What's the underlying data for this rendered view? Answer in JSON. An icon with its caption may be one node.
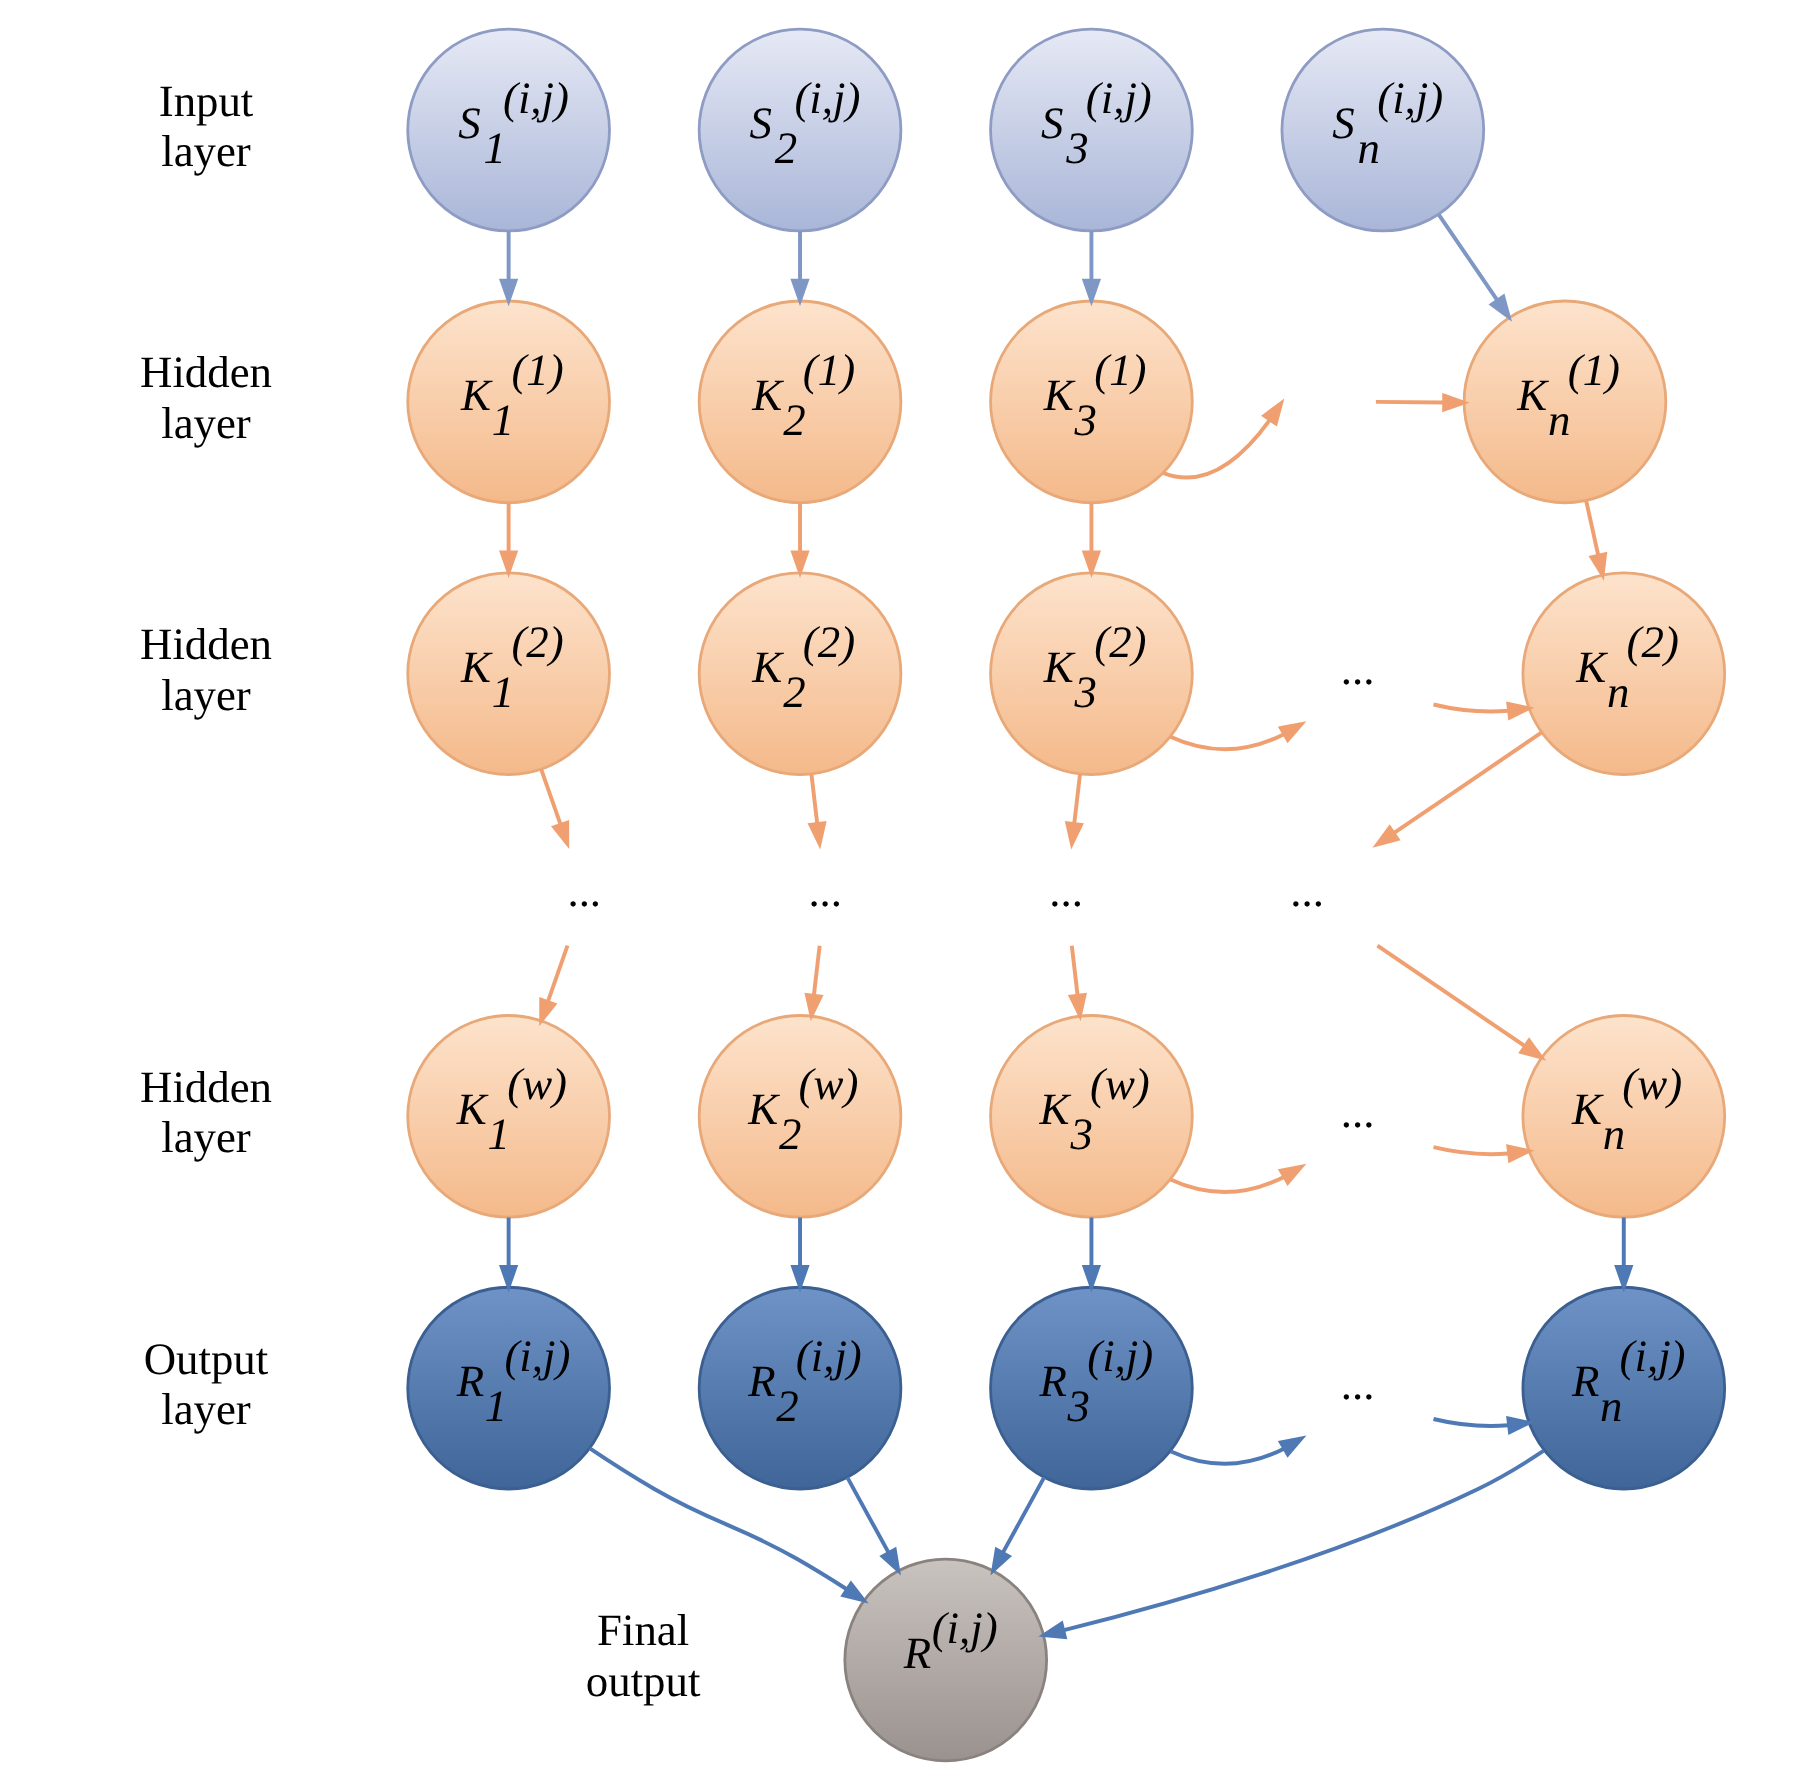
{
  "diagram": {
    "nodes": [
      {
        "text": [
          "S$_{1}$$^{(i,j)}$"
        ]
      },
      {
        "text": [
          "S$_{2}$$^{(i,j)}$"
        ]
      },
      {
        "text": [
          "S$_{3}$$^{(i,j)}$"
        ]
      },
      {
        "text": [
          "S$_{n}$$^{(i,j)}$"
        ]
      },
      {
        "text": [
          "K$_{1}$$^{(1)}$"
        ]
      },
      {
        "text": [
          "K$_{2}$$^{(1)}$"
        ]
      },
      {
        "text": [
          "K$_{3}$$^{(1)}$"
        ]
      },
      {
        "text": [
          "K$_{n}$$^{(1)}$"
        ]
      },
      {
        "text": [
          "K$_{1}$$^{(2)}$"
        ]
      },
      {
        "text": [
          "K$_{2}$$^{(2)}$"
        ]
      },
      {
        "text": [
          "K$_{3}$$^{(2)}$"
        ]
      },
      {
        "text": [
          "..."
        ]
      },
      {
        "text": [
          "K$_{n}$$^{(2)}$"
        ]
      },
      {
        "text": [
          "..."
        ]
      },
      {
        "text": [
          "..."
        ]
      },
      {
        "text": [
          "..."
        ]
      },
      {
        "text": [
          "..."
        ]
      },
      {
        "text": [
          "K$_{1}$$^{(w)}$"
        ]
      },
      {
        "text": [
          "K$_{2}$$^{(w)}$"
        ]
      },
      {
        "text": [
          "K$_{3}$$^{(w)}$"
        ]
      },
      {
        "text": [
          "..."
        ]
      },
      {
        "text": [
          "K$_{n}$$^{(w)}$"
        ]
      },
      {
        "text": [
          "R$_{1}$$^{(i,j)}$"
        ]
      },
      {
        "text": [
          "R$_{2}$$^{(i,j)}$"
        ]
      },
      {
        "text": [
          "R$_{3}$$^{(i,j)}$"
        ]
      },
      {
        "text": [
          "..."
        ]
      },
      {
        "text": [
          "R$_{n}$$^{(i,j)}$"
        ]
      },
      {
        "text": [
          "R$^{(i,j)}$"
        ]
      }
    ],
    "edges": [
      {
        "from": 0,
        "to": 4,
        "arrow": "to",
        "color": "#7f97c5"
      },
      {
        "from": 1,
        "to": 5,
        "arrow": "to",
        "color": "#7f97c5"
      },
      {
        "from": 2,
        "to": 6,
        "arrow": "to",
        "color": "#7f97c5"
      },
      {
        "from": 3,
        "to": 7,
        "arrow": "to",
        "color": "#7f97c5"
      },
      {
        "from": 4,
        "to": 8,
        "arrow": "to"
      },
      {
        "from": 5,
        "to": 9,
        "arrow": "to"
      },
      {
        "from": 6,
        "to": 10,
        "arrow": "to"
      },
      {
        "from": 7,
        "to": 12,
        "arrow": "to"
      },
      {
        "from": 6,
        "to": null,
        "arrow": "to"
      },
      {
        "from": null,
        "to": 7,
        "arrow": "to"
      },
      {
        "from": 10,
        "to": 11,
        "arrow": "to"
      },
      {
        "from": 11,
        "to": 12,
        "arrow": "to"
      },
      {
        "from": 8,
        "to": 13,
        "arrow": "to"
      },
      {
        "from": 9,
        "to": 14,
        "arrow": "to"
      },
      {
        "from": 10,
        "to": 15,
        "arrow": "to"
      },
      {
        "from": 12,
        "to": 16,
        "arrow": "to"
      },
      {
        "from": 13,
        "to": 17,
        "arrow": "to"
      },
      {
        "from": 14,
        "to": 18,
        "arrow": "to"
      },
      {
        "from": 15,
        "to": 19,
        "arrow": "to"
      },
      {
        "from": 16,
        "to": 21,
        "arrow": "to"
      },
      {
        "from": 19,
        "to": 20,
        "arrow": "to"
      },
      {
        "from": 20,
        "to": 21,
        "arrow": "to"
      },
      {
        "from": 17,
        "to": 22,
        "arrow": "to",
        "color": "#4f79b5"
      },
      {
        "from": 18,
        "to": 23,
        "arrow": "to",
        "color": "#4f79b5"
      },
      {
        "from": 19,
        "to": 24,
        "arrow": "to",
        "color": "#4f79b5"
      },
      {
        "from": 21,
        "to": 26,
        "arrow": "to",
        "color": "#4f79b5"
      },
      {
        "from": 24,
        "to": 25,
        "arrow": "to",
        "color": "#4f79b5"
      },
      {
        "from": 25,
        "to": 26,
        "arrow": "to",
        "color": "#4f79b5"
      },
      {
        "from": 22,
        "to": 27,
        "arrow": "to",
        "color": "#4f79b5"
      },
      {
        "from": 23,
        "to": 27,
        "arrow": "to",
        "color": "#4f79b5"
      },
      {
        "from": 24,
        "to": 27,
        "arrow": "to",
        "color": "#4f79b5"
      },
      {
        "from": 26,
        "to": 27,
        "arrow": "to",
        "color": "#4f79b5"
      }
    ],
    "labels": [
      "Input layer",
      "Hidden layer",
      "Hidden layer",
      "Hidden layer",
      "Output layer",
      "Final output"
    ]
  }
}
